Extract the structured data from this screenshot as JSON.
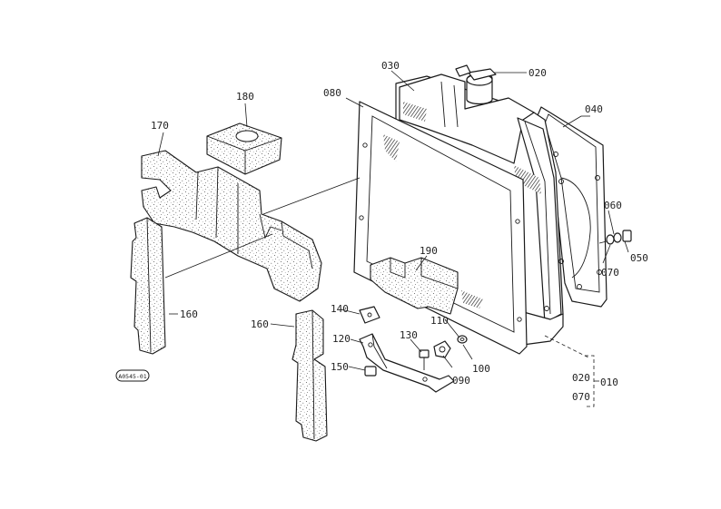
{
  "diagram": {
    "labels": [
      {
        "id": "020a",
        "text": "020"
      },
      {
        "id": "030",
        "text": "030"
      },
      {
        "id": "040",
        "text": "040"
      },
      {
        "id": "050",
        "text": "050"
      },
      {
        "id": "060",
        "text": "060"
      },
      {
        "id": "070a",
        "text": "070"
      },
      {
        "id": "080",
        "text": "080"
      },
      {
        "id": "090",
        "text": "090"
      },
      {
        "id": "100",
        "text": "100"
      },
      {
        "id": "110",
        "text": "110"
      },
      {
        "id": "120",
        "text": "120"
      },
      {
        "id": "130",
        "text": "130"
      },
      {
        "id": "140",
        "text": "140"
      },
      {
        "id": "150",
        "text": "150"
      },
      {
        "id": "160a",
        "text": "160"
      },
      {
        "id": "160b",
        "text": "160"
      },
      {
        "id": "170",
        "text": "170"
      },
      {
        "id": "180",
        "text": "180"
      },
      {
        "id": "190",
        "text": "190"
      },
      {
        "id": "020b",
        "text": "020"
      },
      {
        "id": "070b",
        "text": "070"
      },
      {
        "id": "010",
        "text": "010"
      }
    ],
    "stamp": "A0545-01"
  }
}
